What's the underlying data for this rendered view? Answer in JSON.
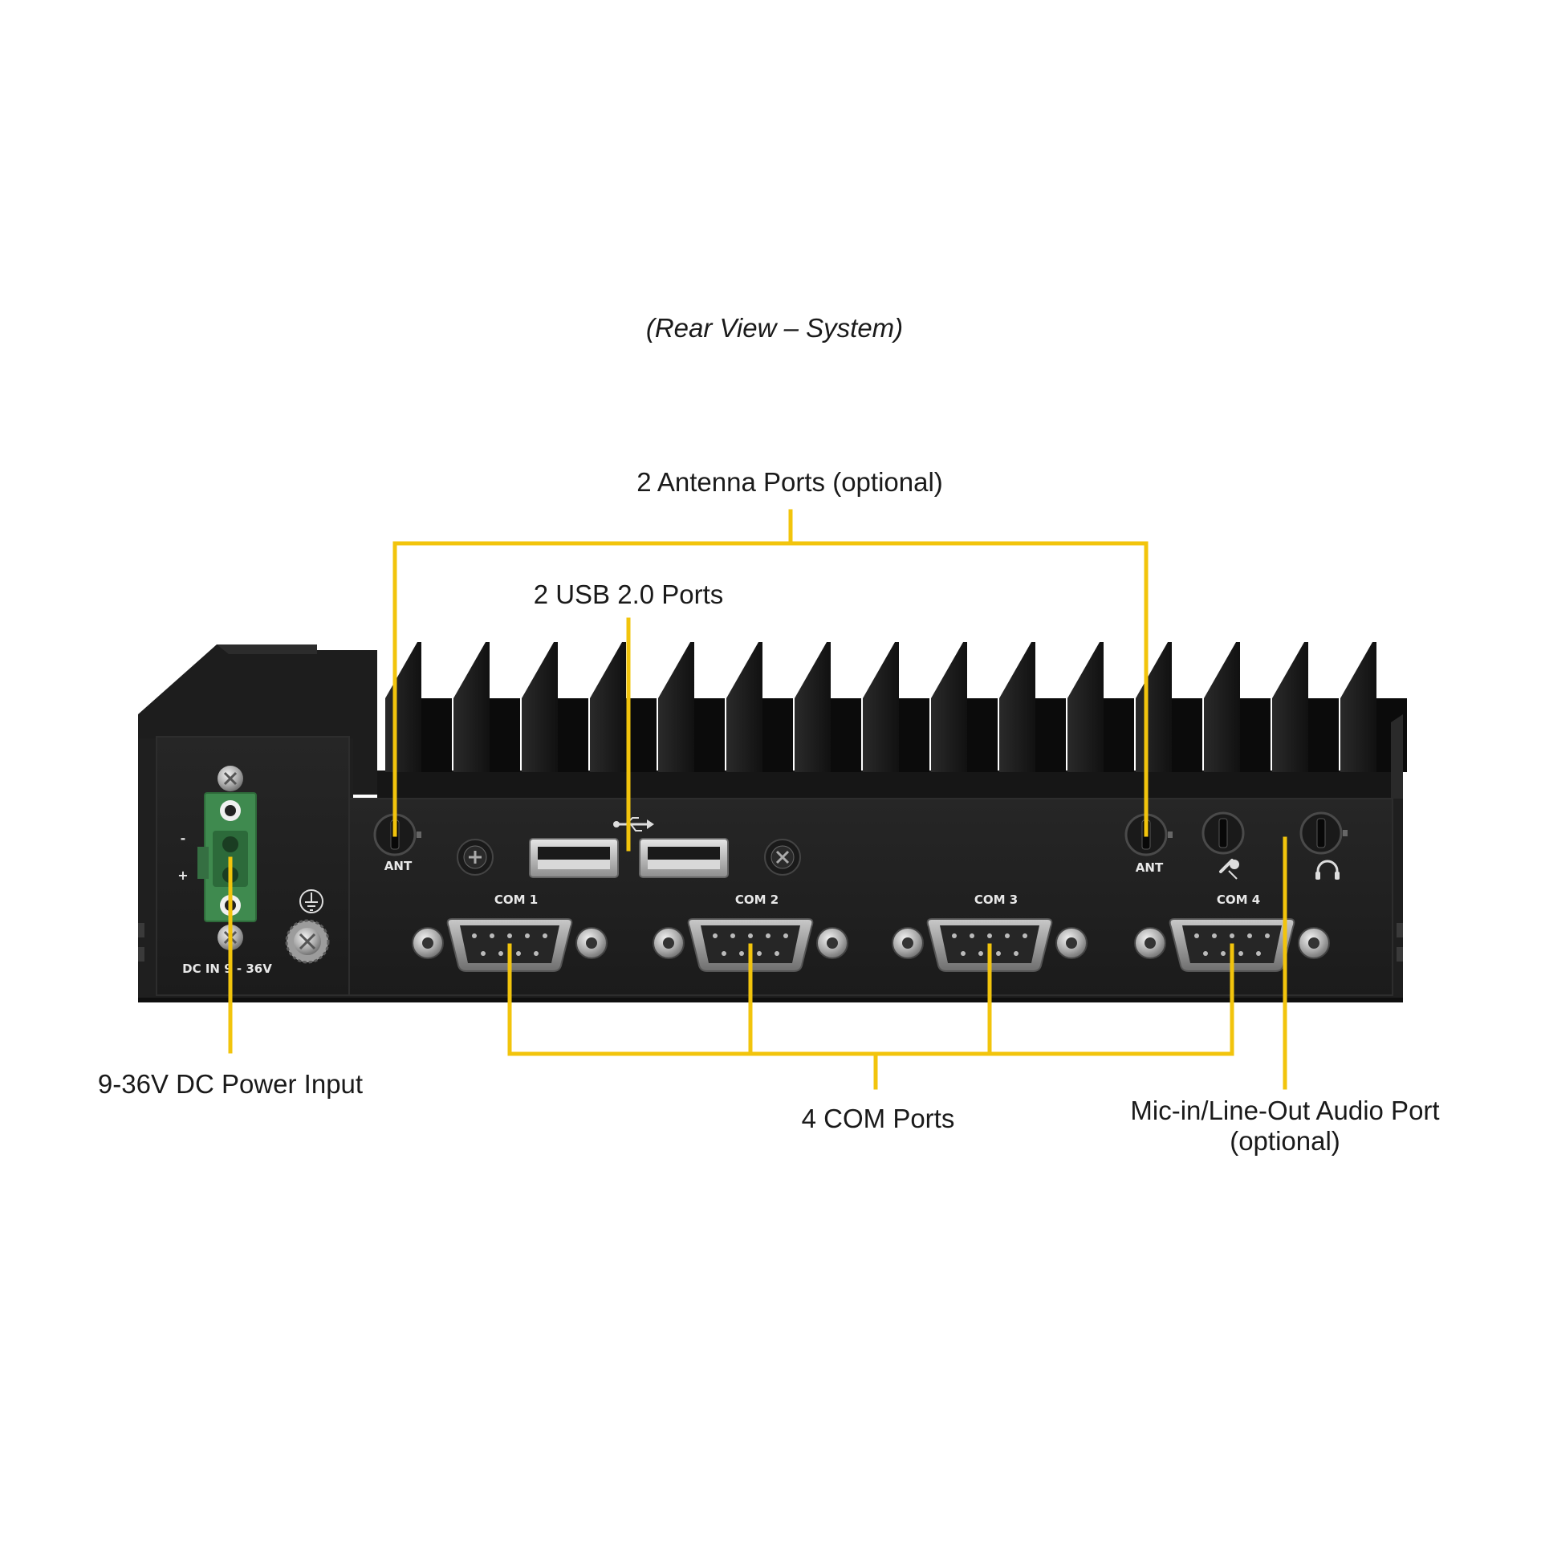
{
  "caption": "(Rear View – System)",
  "callouts": {
    "antenna": "2 Antenna Ports (optional)",
    "usb": "2 USB 2.0 Ports",
    "power": "9-36V DC Power Input",
    "com": "4 COM Ports",
    "audio_line1": "Mic-in/Line-Out Audio Port",
    "audio_line2": "(optional)"
  },
  "panel_labels": {
    "ant_left": "ANT",
    "ant_right": "ANT",
    "com1": "COM 1",
    "com2": "COM 2",
    "com3": "COM 3",
    "com4": "COM 4",
    "dc_in": "DC IN 9 - 36V",
    "minus": "-",
    "plus": "+"
  },
  "icons": {
    "usb": "usb-icon",
    "ground": "ground-icon",
    "mic": "microphone-icon",
    "headphone": "headphone-icon"
  },
  "colors": {
    "callout_line": "#f2c40c",
    "chassis": "#1e1e1e",
    "terminal_block": "#3f8a4f"
  }
}
